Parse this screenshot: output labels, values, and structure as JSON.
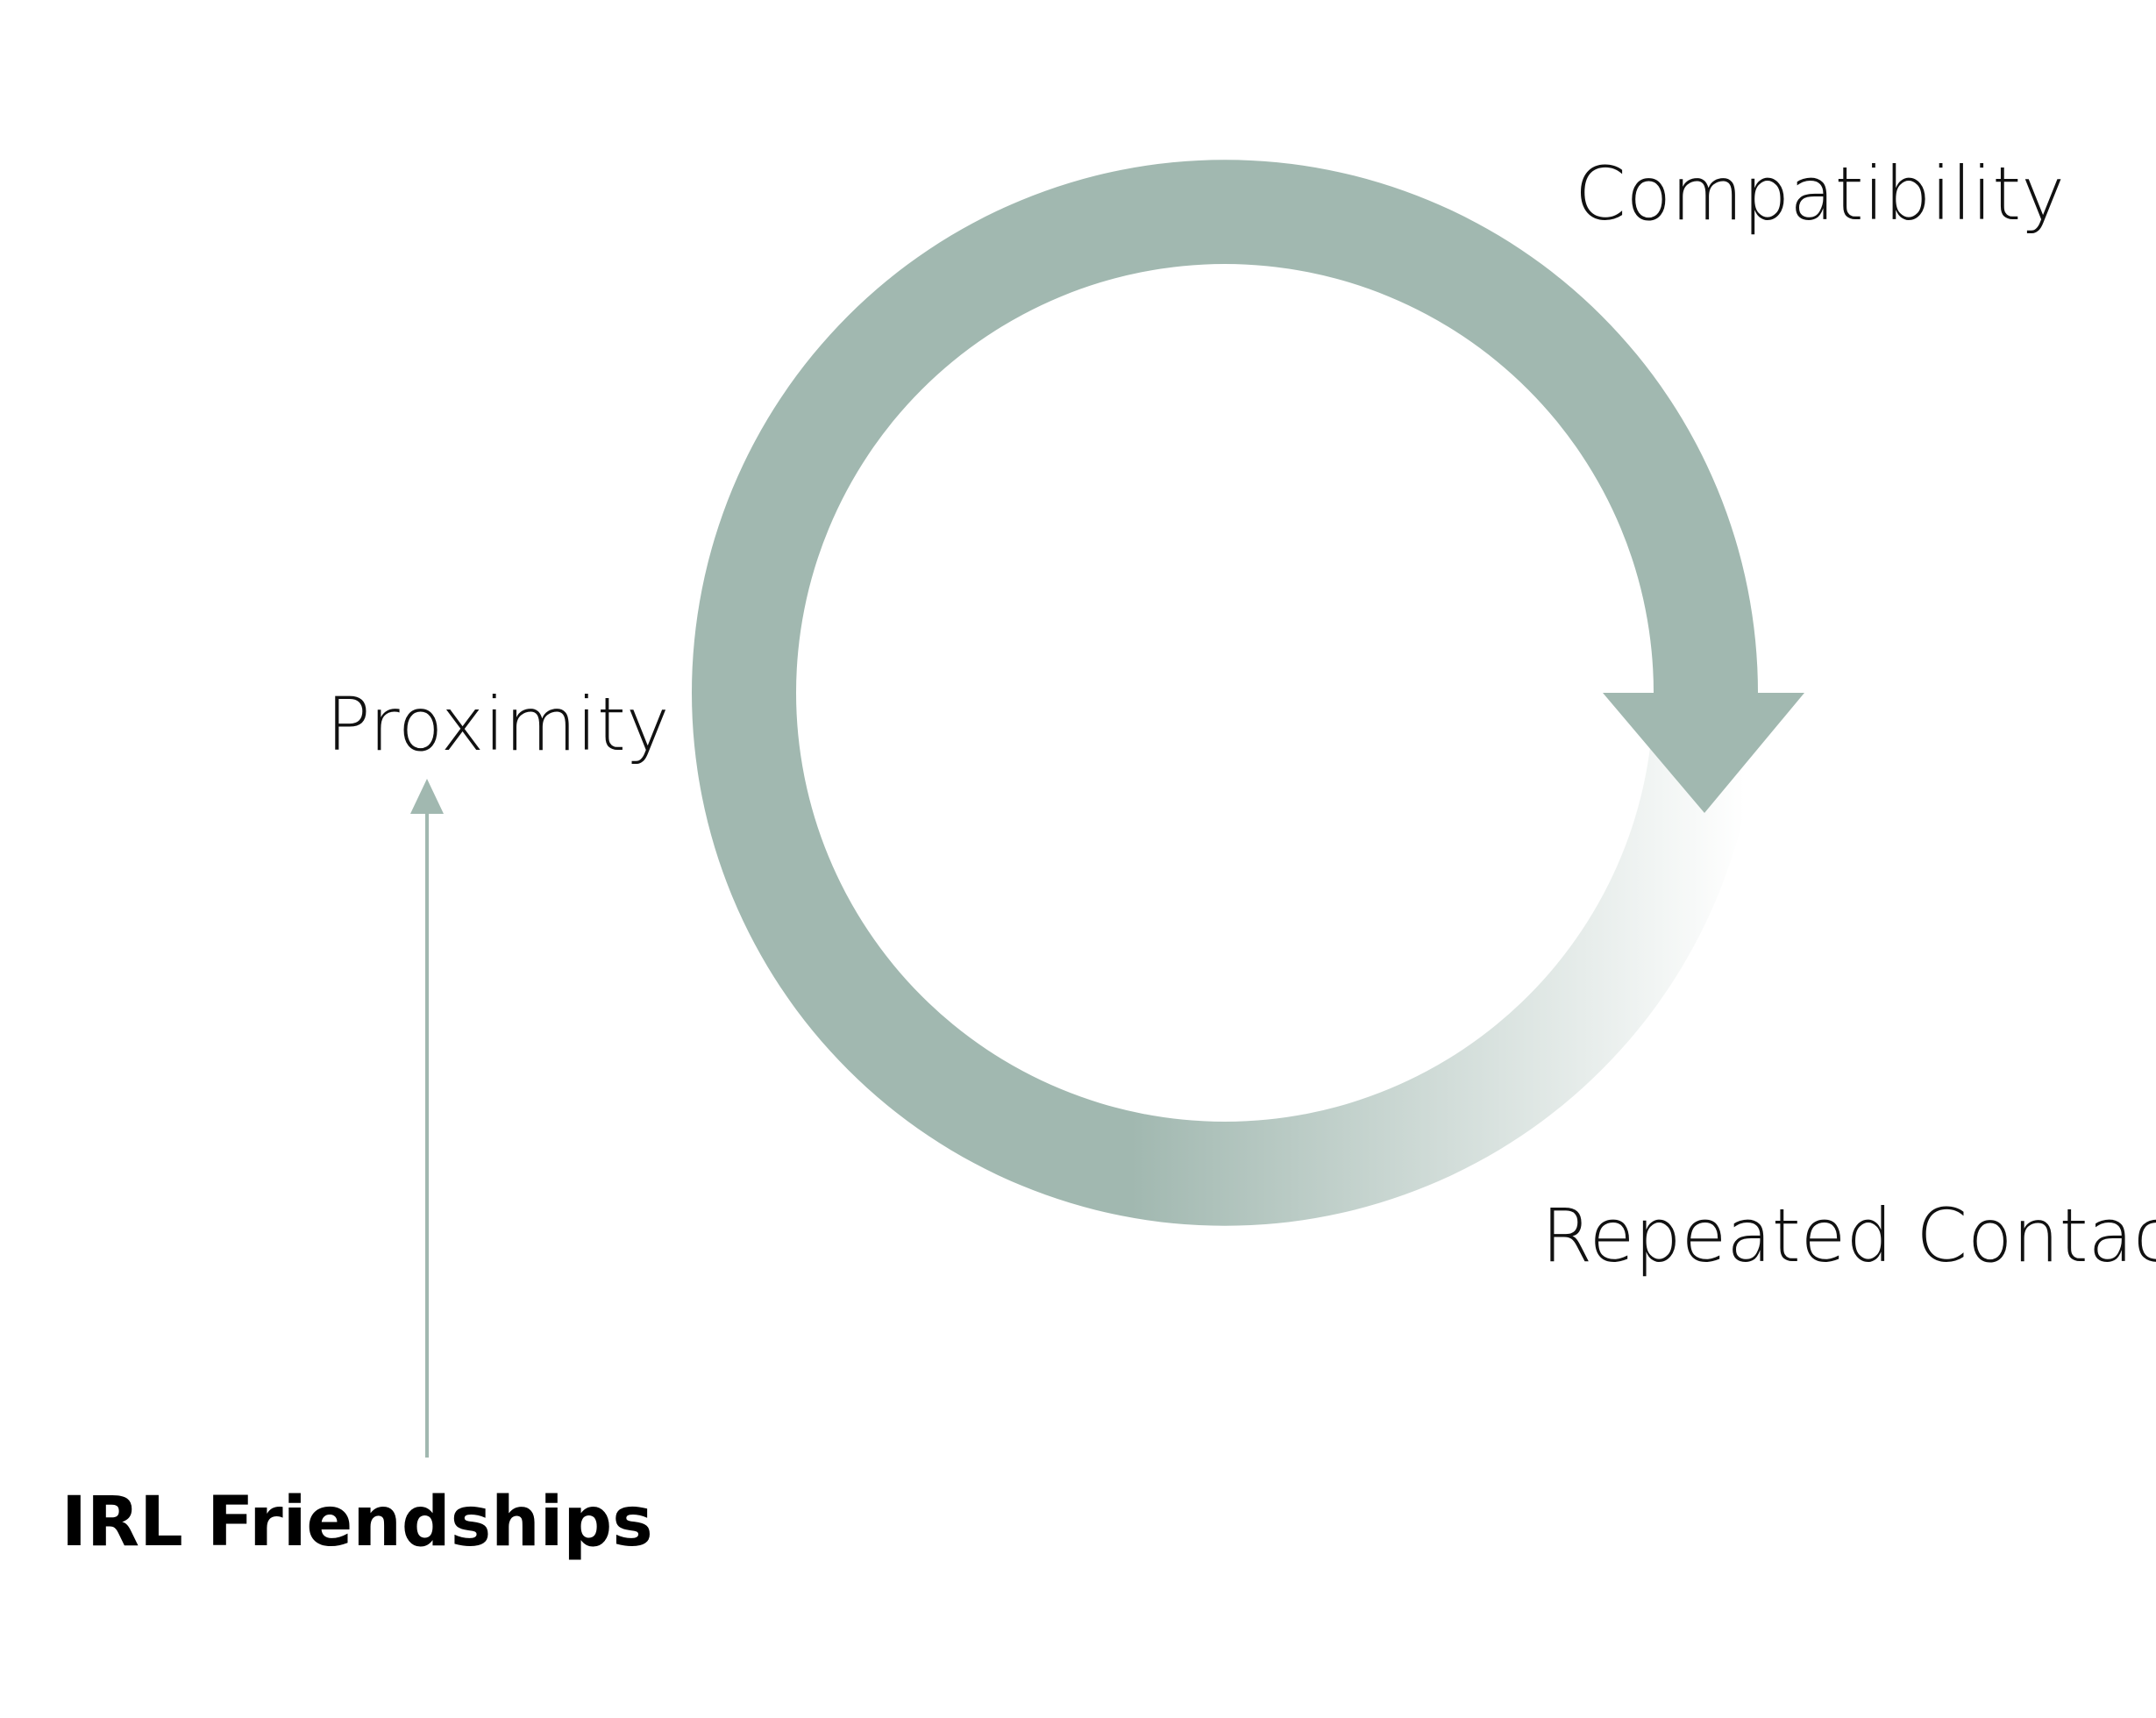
{
  "diagram": {
    "labels": {
      "compatibility": "Compatibility",
      "proximity": "Proximity",
      "repeated_contact": "Repeated Contact",
      "irl_friendships": "IRL Friendships"
    },
    "colors": {
      "cycle": "#a1b8b0",
      "arrow": "#a1b8b0",
      "text": "#111111",
      "background": "#ffffff"
    }
  }
}
